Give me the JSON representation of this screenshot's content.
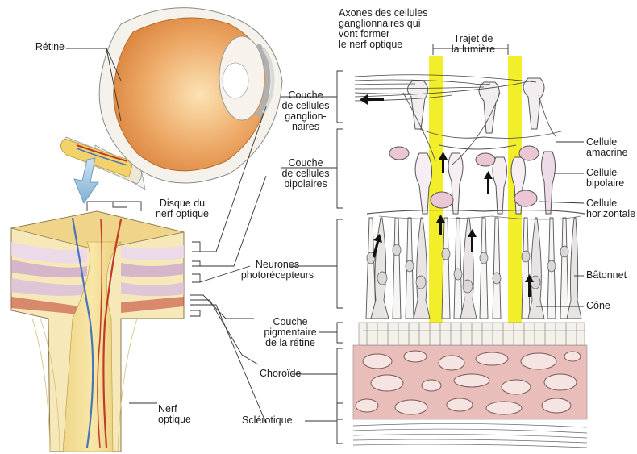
{
  "labels": {
    "retine": "Rétine",
    "disque": "Disque du\nnerf optique",
    "axones": "Axones des cellules\nganglionnaires qui\nvont former\nle nerf optique",
    "trajet": "Trajet de\nla lumière",
    "ganglionnaires": "Couche\nde cellules\nganglion-\nnaires",
    "bipolaires": "Couche\nde cellules\nbipolaires",
    "photorecepteurs": "Neurones\nphotorécepteurs",
    "pigmentaire": "Couche\npigmentaire\nde la rétine",
    "choroide": "Choroïde",
    "sclerotique": "Sclérotique",
    "nerf": "Nerf\noptique",
    "amacrine": "Cellule\namacrine",
    "bipolaire": "Cellule\nbipolaire",
    "horizontale": "Cellule\nhorizontale",
    "batonnet": "Bâtonnet",
    "cone": "Cône"
  },
  "colors": {
    "light_path": "#f3ee2a",
    "eye_orange": "#e8a05a",
    "nerve_yellow": "#f0d98a",
    "choroid_pink": "#e7b8b5",
    "cell_outline": "#555555",
    "artery": "#c0392b",
    "vein": "#4a74b8",
    "arrow_blue": "#8fb8d8"
  }
}
